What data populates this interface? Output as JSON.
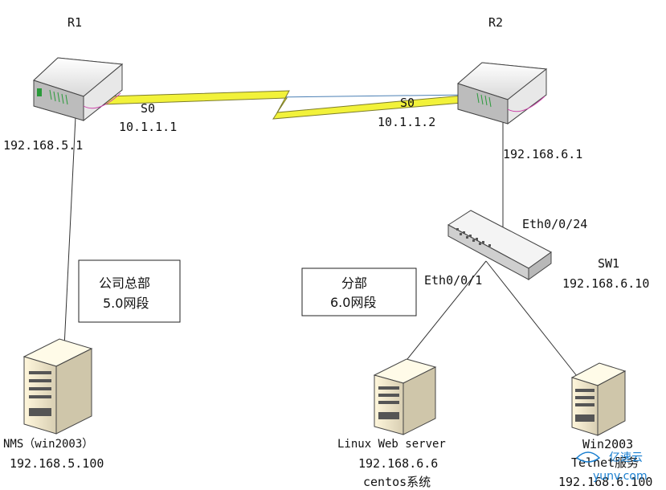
{
  "routers": {
    "r1": {
      "name": "R1",
      "serial_if": "S0",
      "serial_ip": "10.1.1.1",
      "lan_ip": "192.168.5.1"
    },
    "r2": {
      "name": "R2",
      "serial_if": "S0",
      "serial_ip": "10.1.1.2",
      "lan_ip": "192.168.6.1"
    }
  },
  "switch": {
    "name": "SW1",
    "ip": "192.168.6.10",
    "uplink_port": "Eth0/0/24",
    "down_port": "Eth0/0/1"
  },
  "boxes": {
    "hq": {
      "line1": "公司总部",
      "line2": "5.0网段"
    },
    "branch": {
      "line1": "分部",
      "line2": "6.0网段"
    }
  },
  "servers": {
    "nms": {
      "name": "NMS（win2003）",
      "ip": "192.168.5.100"
    },
    "linux": {
      "name": "Linux Web server",
      "ip": "192.168.6.6",
      "os": "centos系统"
    },
    "win": {
      "name": "Win2003",
      "role": "Telnet服务",
      "ip": "192.168.6.100"
    }
  },
  "watermark": {
    "site": "yunv.com",
    "brand": "亿速云"
  },
  "colors": {
    "serial_link": "#f2f23a",
    "serial_link_outline": "#7d7d2a",
    "device_body": "#ececec"
  },
  "icons": [
    "router-icon",
    "switch-icon",
    "server-icon"
  ]
}
